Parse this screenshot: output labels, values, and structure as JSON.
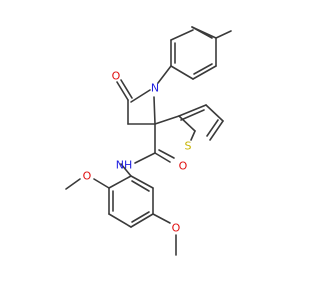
{
  "molecule": {
    "atoms": {
      "O1": {
        "label": "O",
        "color": "#e01010"
      },
      "N1": {
        "label": "N",
        "color": "#2020e0"
      },
      "S1": {
        "label": "S",
        "color": "#c8b400"
      },
      "O2": {
        "label": "O",
        "color": "#e01010"
      },
      "NH": {
        "label": "NH",
        "color": "#2020e0"
      },
      "O3": {
        "label": "O",
        "color": "#e01010"
      },
      "O4": {
        "label": "O",
        "color": "#e01010"
      }
    },
    "bond_color": "#3a3a3a"
  }
}
